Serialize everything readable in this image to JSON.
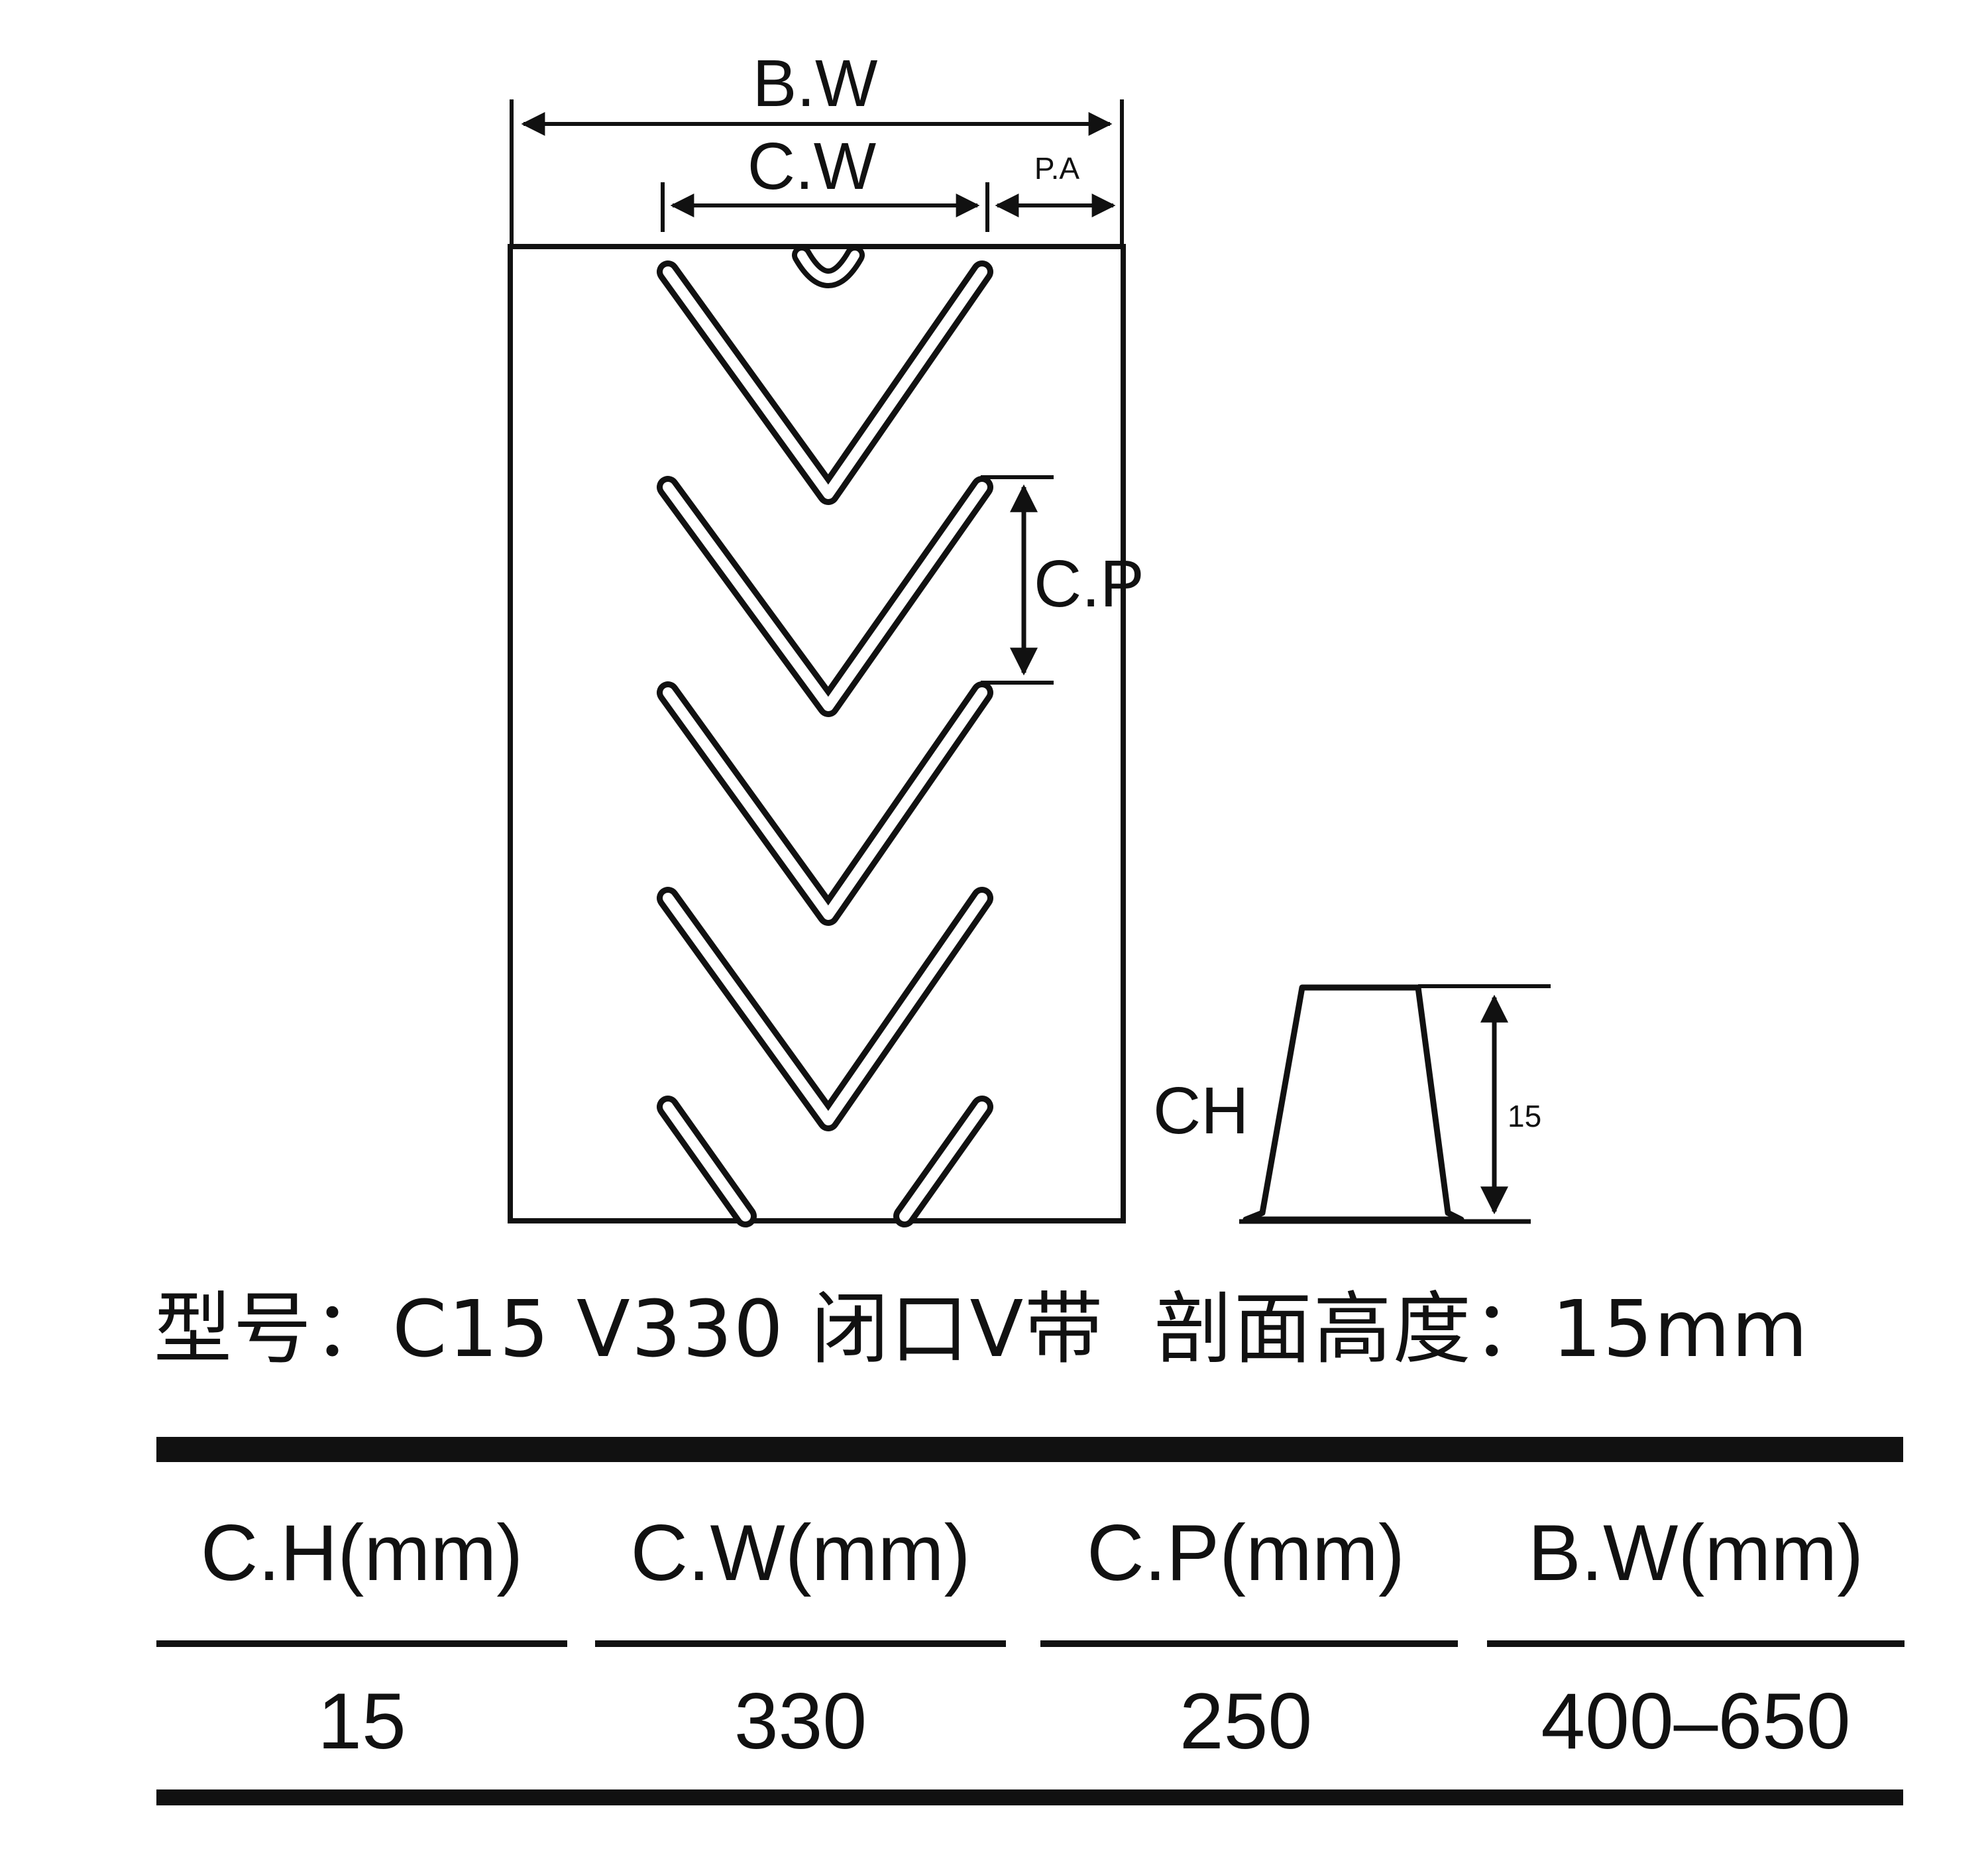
{
  "diagram": {
    "labels": {
      "bw": "B.W",
      "cw": "C.W",
      "pa": "P.A",
      "cp": "C.P",
      "ch": "CH",
      "height_value": "15"
    }
  },
  "caption": {
    "model": "型号：C15 V330 闭口V带",
    "profile_height": "剖面高度：15mm"
  },
  "table": {
    "headers": [
      "C.H(mm)",
      "C.W(mm)",
      "C.P(mm)",
      "B.W(mm)"
    ],
    "rows": [
      [
        "15",
        "330",
        "250",
        "400–650"
      ]
    ]
  },
  "colors": {
    "ink": "#111111",
    "background": "#ffffff"
  }
}
